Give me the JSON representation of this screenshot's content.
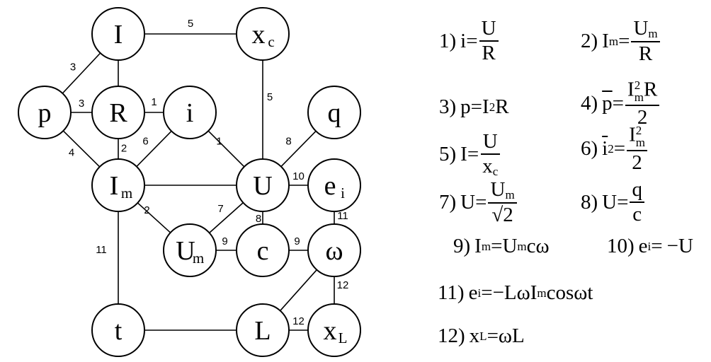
{
  "nodes": {
    "I": {
      "label": "I"
    },
    "xc": {
      "label": "x",
      "sub": "c"
    },
    "p": {
      "label": "p"
    },
    "R": {
      "label": "R"
    },
    "i": {
      "label": "i"
    },
    "q": {
      "label": "q"
    },
    "Im": {
      "label": "I",
      "sub": "m"
    },
    "U": {
      "label": "U"
    },
    "ei": {
      "label": "e",
      "sub": "i"
    },
    "Um": {
      "label": "U",
      "sub": "m"
    },
    "c": {
      "label": "c"
    },
    "w": {
      "label": "ω"
    },
    "t": {
      "label": "t"
    },
    "L": {
      "label": "L"
    },
    "xL": {
      "label": "x",
      "sub": "L"
    }
  },
  "edges": [
    {
      "from": "I",
      "to": "xc",
      "label": "5"
    },
    {
      "from": "I",
      "to": "p",
      "label": "3"
    },
    {
      "from": "I",
      "to": "R",
      "label": ""
    },
    {
      "from": "p",
      "to": "R",
      "label": "3"
    },
    {
      "from": "R",
      "to": "i",
      "label": "1"
    },
    {
      "from": "p",
      "to": "Im",
      "label": "4"
    },
    {
      "from": "R",
      "to": "Im",
      "label": "2"
    },
    {
      "from": "i",
      "to": "Im",
      "label": "6"
    },
    {
      "from": "i",
      "to": "U",
      "label": "1"
    },
    {
      "from": "xc",
      "to": "U",
      "label": "5"
    },
    {
      "from": "q",
      "to": "U",
      "label": "8"
    },
    {
      "from": "Im",
      "to": "U",
      "label": ""
    },
    {
      "from": "U",
      "to": "ei",
      "label": "10"
    },
    {
      "from": "Im",
      "to": "Um",
      "label": "2"
    },
    {
      "from": "Um",
      "to": "U",
      "label": "7"
    },
    {
      "from": "U",
      "to": "c",
      "label": "8"
    },
    {
      "from": "Um",
      "to": "c",
      "label": "9"
    },
    {
      "from": "c",
      "to": "w",
      "label": "9"
    },
    {
      "from": "ei",
      "to": "w",
      "label": "11"
    },
    {
      "from": "Im",
      "to": "t",
      "label": "11"
    },
    {
      "from": "w",
      "to": "L",
      "label": ""
    },
    {
      "from": "w",
      "to": "xL",
      "label": "12"
    },
    {
      "from": "t",
      "to": "L",
      "label": ""
    },
    {
      "from": "L",
      "to": "xL",
      "label": "12"
    }
  ],
  "equations": {
    "e1": {
      "n": "1)",
      "lhs": "i",
      "eq": "=",
      "num": "U",
      "den": "R"
    },
    "e2": {
      "n": "2)",
      "lhs": "I",
      "lhs_sub": "m",
      "eq": "=",
      "num": "U",
      "num_sub": "m",
      "den": "R"
    },
    "e3": {
      "n": "3)",
      "lhs": "p",
      "eq": "=",
      "r1": "I",
      "r1_sup": "2",
      "r2": "R"
    },
    "e4": {
      "n": "4)",
      "lhs": "p",
      "eq": "=",
      "num": "I",
      "num_sup": "2",
      "num_sub": "m",
      "num_rest": "R",
      "den": "2"
    },
    "e5": {
      "n": "5)",
      "lhs": "I",
      "eq": "=",
      "num": "U",
      "den": "x",
      "den_sub": "c"
    },
    "e6": {
      "n": "6)",
      "lhs": "i",
      "lhs_sup": "2",
      "eq": "=",
      "num": "I",
      "num_sup": "2",
      "num_sub": "m",
      "den": "2"
    },
    "e7": {
      "n": "7)",
      "lhs": "U",
      "eq": "=",
      "num": "U",
      "num_sub": "m",
      "den": "√2"
    },
    "e8": {
      "n": "8)",
      "lhs": "U",
      "eq": "=",
      "num": "q",
      "den": "c"
    },
    "e9": {
      "n": "9)",
      "lhs": "I",
      "lhs_sub": "m",
      "eq": "=",
      "r1": "U",
      "r1_sub": "m",
      "r2": "cω"
    },
    "e10": {
      "n": "10)",
      "lhs": "e",
      "lhs_sub": "i",
      "eq": "=",
      "r1": "−U"
    },
    "e11": {
      "n": "11)",
      "lhs": "e",
      "lhs_sub": "i",
      "eq": "=",
      "r1": "−LωI",
      "r1_sub": "m",
      "r2": "cosωt"
    },
    "e12": {
      "n": "12)",
      "lhs": "x",
      "lhs_sub": "L",
      "eq": "=",
      "r1": "ωL"
    }
  }
}
